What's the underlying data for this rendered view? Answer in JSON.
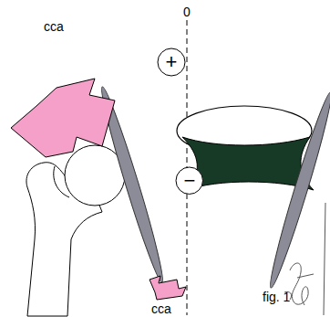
{
  "diagram": {
    "nodes": [
      {
        "text": [
          "+"
        ]
      },
      {
        "text": [
          "−"
        ]
      }
    ],
    "labels": [
      "cca",
      "0",
      "cca",
      "fig. 1"
    ]
  }
}
